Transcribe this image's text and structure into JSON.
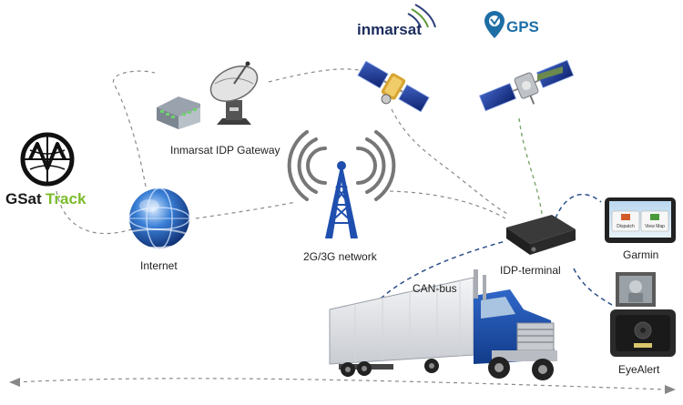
{
  "brands": {
    "inmarsat": "inmarsat",
    "gps": "GPS",
    "gsat_prefix": "GSat",
    "gsat_suffix": "Track"
  },
  "nodes": {
    "gateway": "Inmarsat IDP Gateway",
    "internet": "Internet",
    "network": "2G/3G network",
    "terminal": "IDP-terminal",
    "garmin": "Garmin",
    "eyealert": "EyeAlert",
    "canbus": "CAN-bus"
  },
  "device_screen": {
    "dispatch": "Dispatch",
    "viewmap": "View Map"
  },
  "colors": {
    "gray_link": "#8a8a8a",
    "green_link": "#7aa66d",
    "blue_link": "#2b4f8a",
    "gsat_green": "#7dbb2c",
    "gps_blue": "#1e6ea6"
  },
  "icons": [
    "globe-icon",
    "cell-tower-icon",
    "satellite-dish-icon",
    "building-icon",
    "satellite-icon",
    "truck-icon",
    "terminal-device-icon",
    "navigator-device-icon",
    "camera-device-icon"
  ]
}
